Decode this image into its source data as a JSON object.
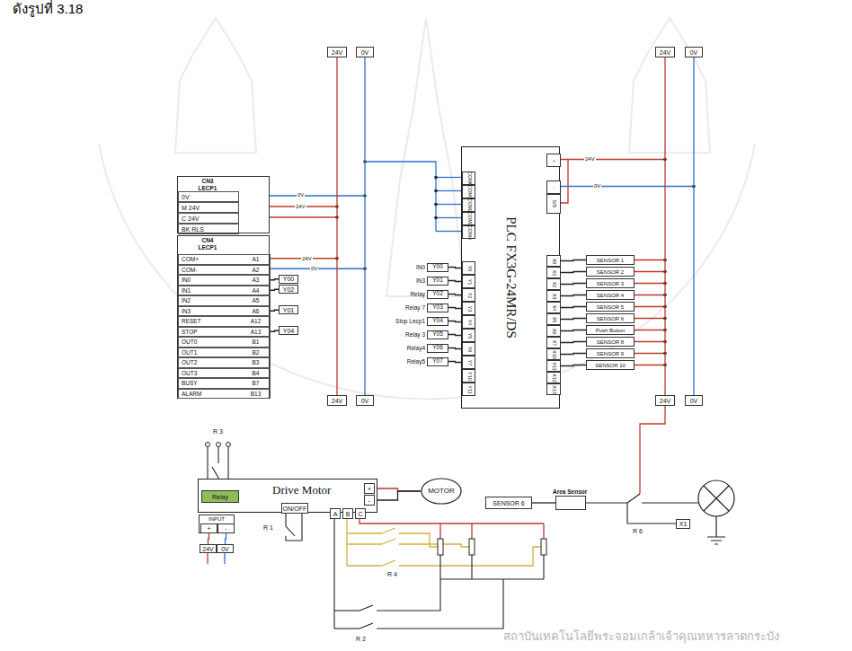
{
  "diagram": {
    "nodes": [
      {
        "text": [
          "CN3",
          "LECP1"
        ]
      },
      {
        "text": [
          "0V"
        ],
        "in": 0
      },
      {
        "text": [
          "M 24V"
        ],
        "in": 0
      },
      {
        "text": [
          "C 24V"
        ],
        "in": 0
      },
      {
        "text": [
          "BK RLS"
        ],
        "in": 0
      },
      {
        "text": [
          "CN4",
          "LECP1"
        ]
      },
      {
        "text": [
          "COM+",
          "A1"
        ],
        "in": 5
      },
      {
        "text": [
          "COM-",
          "A2"
        ],
        "in": 5
      },
      {
        "text": [
          "IN0",
          "A3"
        ],
        "in": 5
      },
      {
        "text": [
          "IN1",
          "A4"
        ],
        "in": 5
      },
      {
        "text": [
          "IN2",
          "A5"
        ],
        "in": 5
      },
      {
        "text": [
          "IN3",
          "A6"
        ],
        "in": 5
      },
      {
        "text": [
          "RESET",
          "A12"
        ],
        "in": 5
      },
      {
        "text": [
          "STOP",
          "A13"
        ],
        "in": 5
      },
      {
        "text": [
          "OUT0",
          "B1"
        ],
        "in": 5
      },
      {
        "text": [
          "OUT1",
          "B2"
        ],
        "in": 5
      },
      {
        "text": [
          "OUT2",
          "B3"
        ],
        "in": 5
      },
      {
        "text": [
          "OUT3",
          "B4"
        ],
        "in": 5
      },
      {
        "text": [
          "BUSY",
          "B7"
        ],
        "in": 5
      },
      {
        "text": [
          "ALARM",
          "B13"
        ],
        "in": 5
      },
      {
        "text": [
          "Y00"
        ]
      },
      {
        "text": [
          "Y02"
        ]
      },
      {
        "text": [
          "Y01"
        ]
      },
      {
        "text": [
          "Y04"
        ]
      },
      {
        "text": [
          "24V"
        ]
      },
      {
        "text": [
          "0V"
        ]
      },
      {
        "text": [
          "24V"
        ]
      },
      {
        "text": [
          "0V"
        ]
      },
      {
        "text": [
          "PLC FX3G-24MR/DS"
        ]
      },
      {
        "text": [
          "COM0"
        ],
        "in": 28
      },
      {
        "text": [
          "COM1"
        ],
        "in": 28
      },
      {
        "text": [
          "COM2"
        ],
        "in": 28
      },
      {
        "text": [
          "COM3"
        ],
        "in": 28
      },
      {
        "text": [
          "COM4"
        ],
        "in": 28
      },
      {
        "text": [
          "Y0"
        ],
        "in": 28
      },
      {
        "text": [
          "Y1"
        ],
        "in": 28
      },
      {
        "text": [
          "Y2"
        ],
        "in": 28
      },
      {
        "text": [
          "Y3"
        ],
        "in": 28
      },
      {
        "text": [
          "Y4"
        ],
        "in": 28
      },
      {
        "text": [
          "Y5"
        ],
        "in": 28
      },
      {
        "text": [
          "Y6"
        ],
        "in": 28
      },
      {
        "text": [
          "Y7"
        ],
        "in": 28
      },
      {
        "text": [
          "Y10"
        ],
        "in": 28
      },
      {
        "text": [
          "Y11"
        ],
        "in": 28
      },
      {
        "text": [
          "+"
        ],
        "in": 28
      },
      {
        "text": [
          "-"
        ],
        "in": 28
      },
      {
        "text": [
          "S/S"
        ],
        "in": 28
      },
      {
        "text": [
          "X0"
        ],
        "in": 28
      },
      {
        "text": [
          "X1"
        ],
        "in": 28
      },
      {
        "text": [
          "X2"
        ],
        "in": 28
      },
      {
        "text": [
          "X3"
        ],
        "in": 28
      },
      {
        "text": [
          "X4"
        ],
        "in": 28
      },
      {
        "text": [
          "X5"
        ],
        "in": 28
      },
      {
        "text": [
          "X6"
        ],
        "in": 28
      },
      {
        "text": [
          "X7"
        ],
        "in": 28
      },
      {
        "text": [
          "X10"
        ],
        "in": 28
      },
      {
        "text": [
          "X11"
        ],
        "in": 28
      },
      {
        "text": [
          "X12"
        ],
        "in": 28
      },
      {
        "text": [
          "X13"
        ],
        "in": 28
      },
      {
        "text": [
          "IN0",
          "Y00"
        ]
      },
      {
        "text": [
          "IN3",
          "Y01"
        ]
      },
      {
        "text": [
          "Relay",
          "Y02"
        ]
      },
      {
        "text": [
          "Relay 7",
          "Y03"
        ]
      },
      {
        "text": [
          "Stop Lecp1",
          "Y04"
        ]
      },
      {
        "text": [
          "Relay 3",
          "Y05"
        ]
      },
      {
        "text": [
          "Relay4",
          "Y06"
        ]
      },
      {
        "text": [
          "Relay5",
          "Y07"
        ]
      },
      {
        "text": [
          "SENSOR 1"
        ]
      },
      {
        "text": [
          "SENSOR 2"
        ]
      },
      {
        "text": [
          "SENSOR 3"
        ]
      },
      {
        "text": [
          "SENSOR 4"
        ]
      },
      {
        "text": [
          "SENSOR 5"
        ]
      },
      {
        "text": [
          "SENSOR 6"
        ]
      },
      {
        "text": [
          "Push Button"
        ]
      },
      {
        "text": [
          "SENSOR 8"
        ]
      },
      {
        "text": [
          "SENSOR 9"
        ]
      },
      {
        "text": [
          "SENSOR 10"
        ]
      },
      {
        "text": [
          "24V"
        ]
      },
      {
        "text": [
          "0V"
        ]
      },
      {
        "text": [
          "24V"
        ]
      },
      {
        "text": [
          "0V"
        ]
      },
      {
        "text": [
          "Drive Motor"
        ]
      },
      {
        "text": [
          "Relay"
        ],
        "in": 81
      },
      {
        "text": [
          "ON/OFF"
        ],
        "in": 81
      },
      {
        "text": [
          "A"
        ],
        "in": 81
      },
      {
        "text": [
          "B"
        ],
        "in": 81
      },
      {
        "text": [
          "C"
        ],
        "in": 81
      },
      {
        "text": [
          "+"
        ],
        "in": 81
      },
      {
        "text": [
          "-"
        ],
        "in": 81
      },
      {
        "text": [
          "INPUT"
        ]
      },
      {
        "text": [
          "+"
        ],
        "in": 89
      },
      {
        "text": [
          "-"
        ],
        "in": 89
      },
      {
        "text": [
          "24V"
        ]
      },
      {
        "text": [
          "0V"
        ]
      },
      {
        "text": [
          "MOTOR"
        ]
      },
      {
        "text": [
          "SENSOR 6"
        ]
      },
      {
        "text": [
          "Area Sensor"
        ]
      },
      {
        "text": [
          "X1"
        ]
      }
    ],
    "edges": [
      {
        "from": 24,
        "to": 26,
        "arrow": "none"
      },
      {
        "from": 25,
        "to": 27,
        "arrow": "none"
      },
      {
        "from": 77,
        "to": 79,
        "arrow": "none"
      },
      {
        "from": 78,
        "to": 80,
        "arrow": "none"
      },
      {
        "from": 8,
        "to": 20,
        "arrow": "none"
      },
      {
        "from": 9,
        "to": 21,
        "arrow": "none"
      },
      {
        "from": 11,
        "to": 22,
        "arrow": "none"
      },
      {
        "from": 13,
        "to": 23,
        "arrow": "none"
      },
      {
        "from": 59,
        "to": 34,
        "arrow": "none"
      },
      {
        "from": 60,
        "to": 35,
        "arrow": "none"
      },
      {
        "from": 61,
        "to": 36,
        "arrow": "none"
      },
      {
        "from": 62,
        "to": 37,
        "arrow": "none"
      },
      {
        "from": 63,
        "to": 38,
        "arrow": "none"
      },
      {
        "from": 64,
        "to": 39,
        "arrow": "none"
      },
      {
        "from": 65,
        "to": 40,
        "arrow": "none"
      },
      {
        "from": 66,
        "to": 41,
        "arrow": "none"
      },
      {
        "from": 67,
        "to": 47,
        "arrow": "none"
      },
      {
        "from": 68,
        "to": 48,
        "arrow": "none"
      },
      {
        "from": 69,
        "to": 49,
        "arrow": "none"
      },
      {
        "from": 70,
        "to": 50,
        "arrow": "none"
      },
      {
        "from": 71,
        "to": 51,
        "arrow": "none"
      },
      {
        "from": 72,
        "to": 52,
        "arrow": "none"
      },
      {
        "from": 73,
        "to": 53,
        "arrow": "none"
      },
      {
        "from": 74,
        "to": 54,
        "arrow": "none"
      },
      {
        "from": 75,
        "to": 55,
        "arrow": "none"
      },
      {
        "from": 76,
        "to": 56,
        "arrow": "none"
      },
      {
        "from": 87,
        "to": 94,
        "arrow": "none"
      },
      {
        "from": 88,
        "to": 94,
        "arrow": "none"
      },
      {
        "from": 90,
        "to": 92,
        "arrow": "none"
      },
      {
        "from": 91,
        "to": 93,
        "arrow": "none"
      },
      {
        "from": 95,
        "to": 96,
        "arrow": "none"
      }
    ],
    "labels": [
      "ดังรูปที่ 3.18",
      "0V",
      "24V",
      "24V",
      "0V",
      "24V",
      "0V",
      "R 3",
      "R 1",
      "R 4",
      "R 2",
      "R 6",
      "สถาบันเทคโนโลยีพระจอมเกล้าเจ้าคุณทหารลาดกระบัง"
    ]
  }
}
